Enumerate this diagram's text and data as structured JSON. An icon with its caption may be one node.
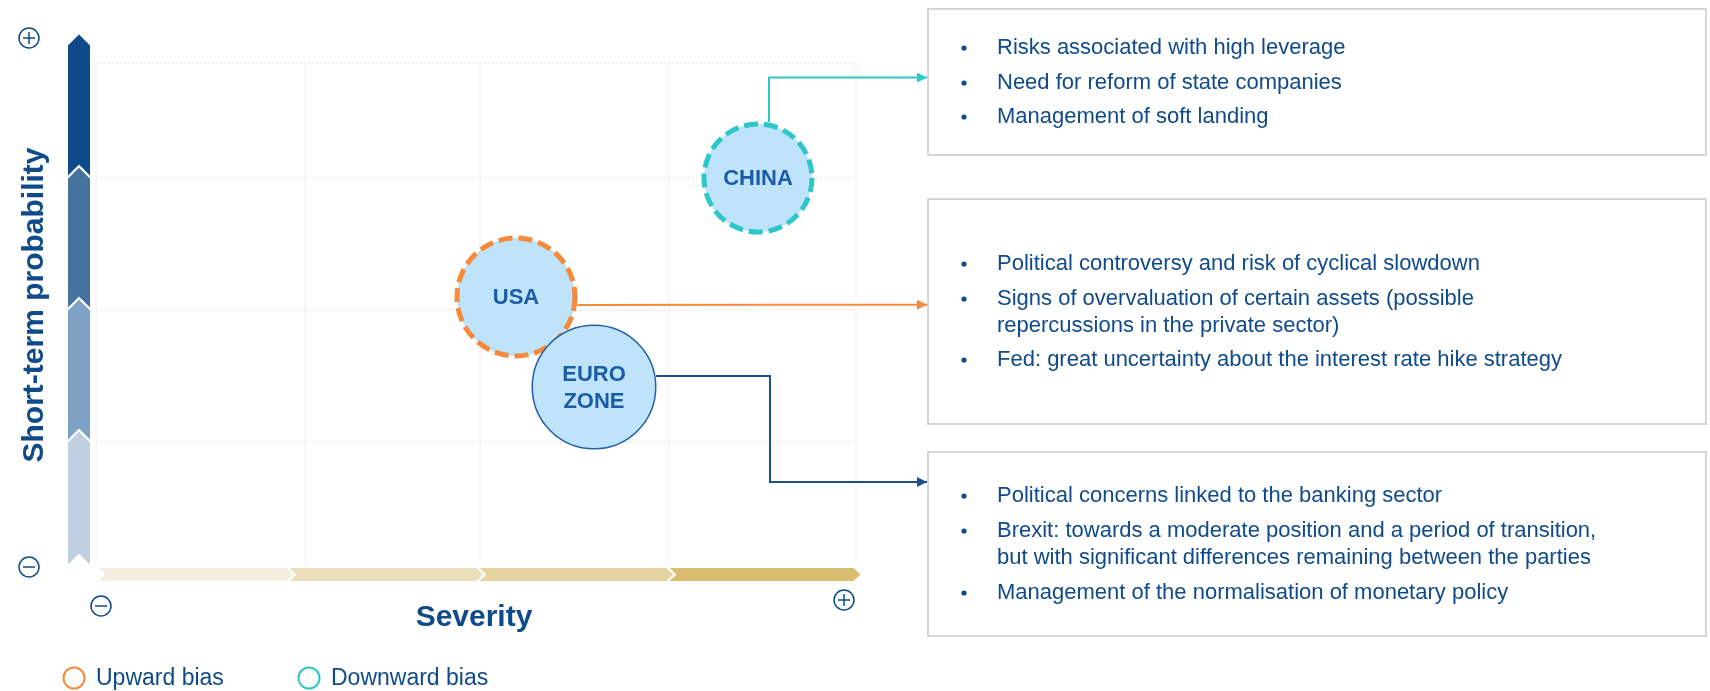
{
  "diagram": {
    "nodes": [
      {
        "text": [
          "CHINA"
        ]
      },
      {
        "text": [
          "USA"
        ]
      },
      {
        "text": [
          "EURO ZONE"
        ]
      },
      {
        "text": [
          "Risks associated with high leverage",
          "Need for reform of state companies",
          "Management of soft landing"
        ]
      },
      {
        "text": [
          "Political controversy and risk of cyclical slowdown",
          "Signs of overvaluation of certain assets (possible repercussions in the private sector)",
          "Fed: great uncertainty about the interest rate hike strategy"
        ]
      },
      {
        "text": [
          "Political concerns linked to the banking sector",
          "Brexit: towards a moderate position and a period of transition, but with significant differences remaining between the parties",
          "Management of the normalisation of monetary policy"
        ]
      }
    ],
    "edges": [
      {
        "from": 0,
        "to": 3,
        "arrow": "to",
        "color": "#2ec7c9"
      },
      {
        "from": 1,
        "to": 4,
        "arrow": "to",
        "color": "#f58a3a"
      },
      {
        "from": 2,
        "to": 5,
        "arrow": "to",
        "color": "#1f4e8c"
      }
    ],
    "labels": [
      "Short-term probability",
      "Severity"
    ],
    "legend": [
      {
        "text": "Upward bias",
        "color": "#f58a3a"
      },
      {
        "text": "Downward bias",
        "color": "#2ec7c9"
      }
    ]
  }
}
